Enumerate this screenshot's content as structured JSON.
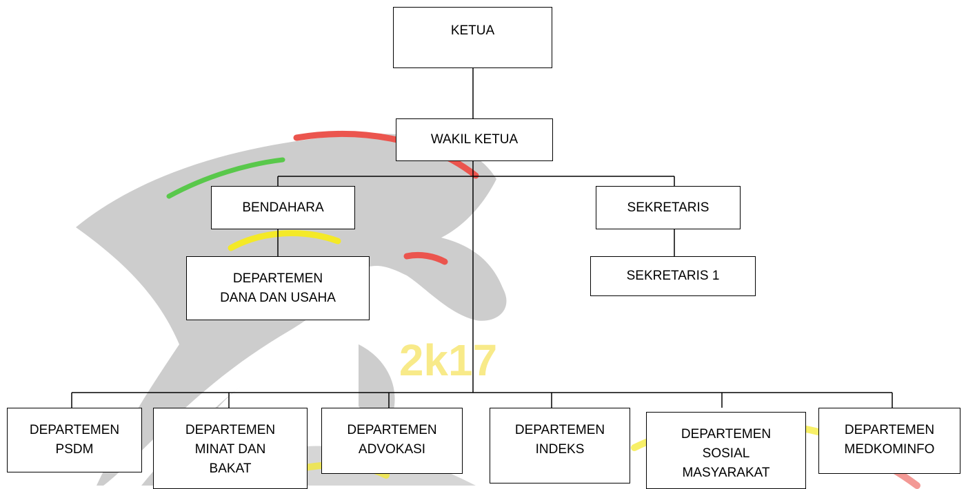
{
  "watermark": {
    "text": "2k17",
    "colors": {
      "body": "#c4c4c4",
      "accent_red": "#e8372f",
      "accent_yellow": "#f3e600",
      "accent_green": "#3cbf2b",
      "text": "#f2d92a"
    }
  },
  "org": {
    "ketua": "KETUA",
    "wakil_ketua": "WAKIL KETUA",
    "bendahara": "BENDAHARA",
    "sekretaris": "SEKRETARIS",
    "dept_dana_usaha": "DEPARTEMEN\nDANA DAN USAHA",
    "sekretaris_1": "SEKRETARIS 1",
    "departments": [
      "DEPARTEMEN\nPSDM",
      "DEPARTEMEN\nMINAT DAN\nBAKAT",
      "DEPARTEMEN\nADVOKASI",
      "DEPARTEMEN\nINDEKS",
      "DEPARTEMEN\nSOSIAL\nMASYARAKAT",
      "DEPARTEMEN\nMEDKOMINFO"
    ]
  }
}
